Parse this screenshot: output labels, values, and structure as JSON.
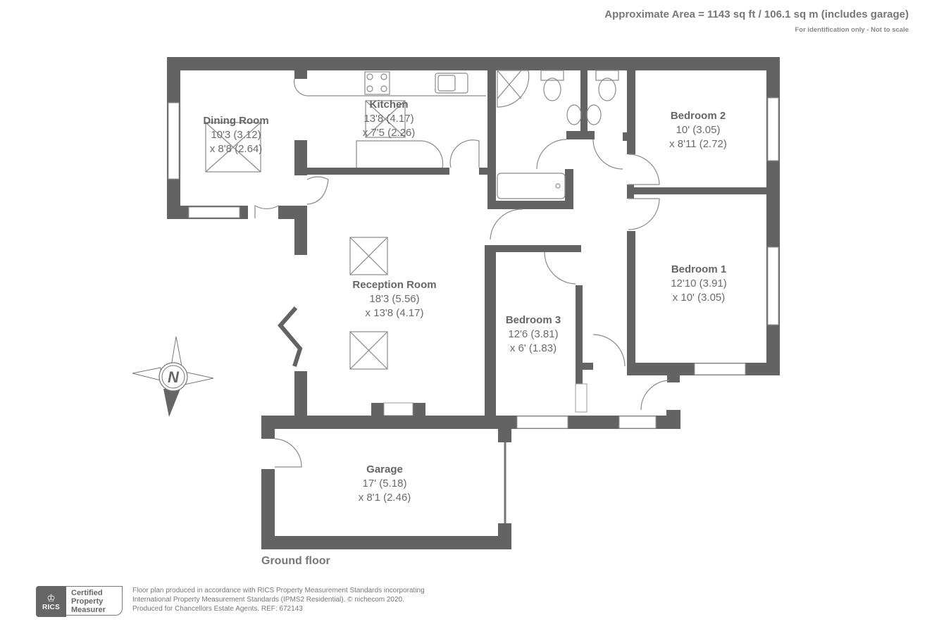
{
  "header": {
    "approximate_area": "Approximate Area = 1143 sq ft / 106.1 sq m (includes garage)",
    "note": "For identification only - Not to scale"
  },
  "rooms": {
    "dining_room": {
      "name": "Dining Room",
      "dim1": "10'3 (3.12)",
      "dim2": "x 8'8 (2.64)"
    },
    "kitchen": {
      "name": "Kitchen",
      "dim1": "13'8 (4.17)",
      "dim2": "x 7'5 (2.26)"
    },
    "bedroom_2": {
      "name": "Bedroom 2",
      "dim1": "10' (3.05)",
      "dim2": "x 8'11 (2.72)"
    },
    "bedroom_1": {
      "name": "Bedroom 1",
      "dim1": "12'10 (3.91)",
      "dim2": "x 10' (3.05)"
    },
    "reception_room": {
      "name": "Reception Room",
      "dim1": "18'3 (5.56)",
      "dim2": "x 13'8 (4.17)"
    },
    "bedroom_3": {
      "name": "Bedroom 3",
      "dim1": "12'6 (3.81)",
      "dim2": "x 6' (1.83)"
    },
    "garage": {
      "name": "Garage",
      "dim1": "17' (5.18)",
      "dim2": "x 8'1 (2.46)"
    }
  },
  "floor_label": "Ground floor",
  "compass": {
    "label": "N"
  },
  "footer": {
    "badge_org": "RICS",
    "badge_line1": "Certified",
    "badge_line2": "Property",
    "badge_line3": "Measurer",
    "line1": "Floor plan produced in accordance with RICS Property Measurement Standards incorporating",
    "line2": "International Property Measurement Standards (IPMS2 Residential).   © nichecom 2020.",
    "line3": "Produced for Chancellors Estate Agents.   REF: 672143"
  },
  "colors": {
    "wall": "#636363",
    "text": "#666666",
    "background": "#ffffff"
  }
}
